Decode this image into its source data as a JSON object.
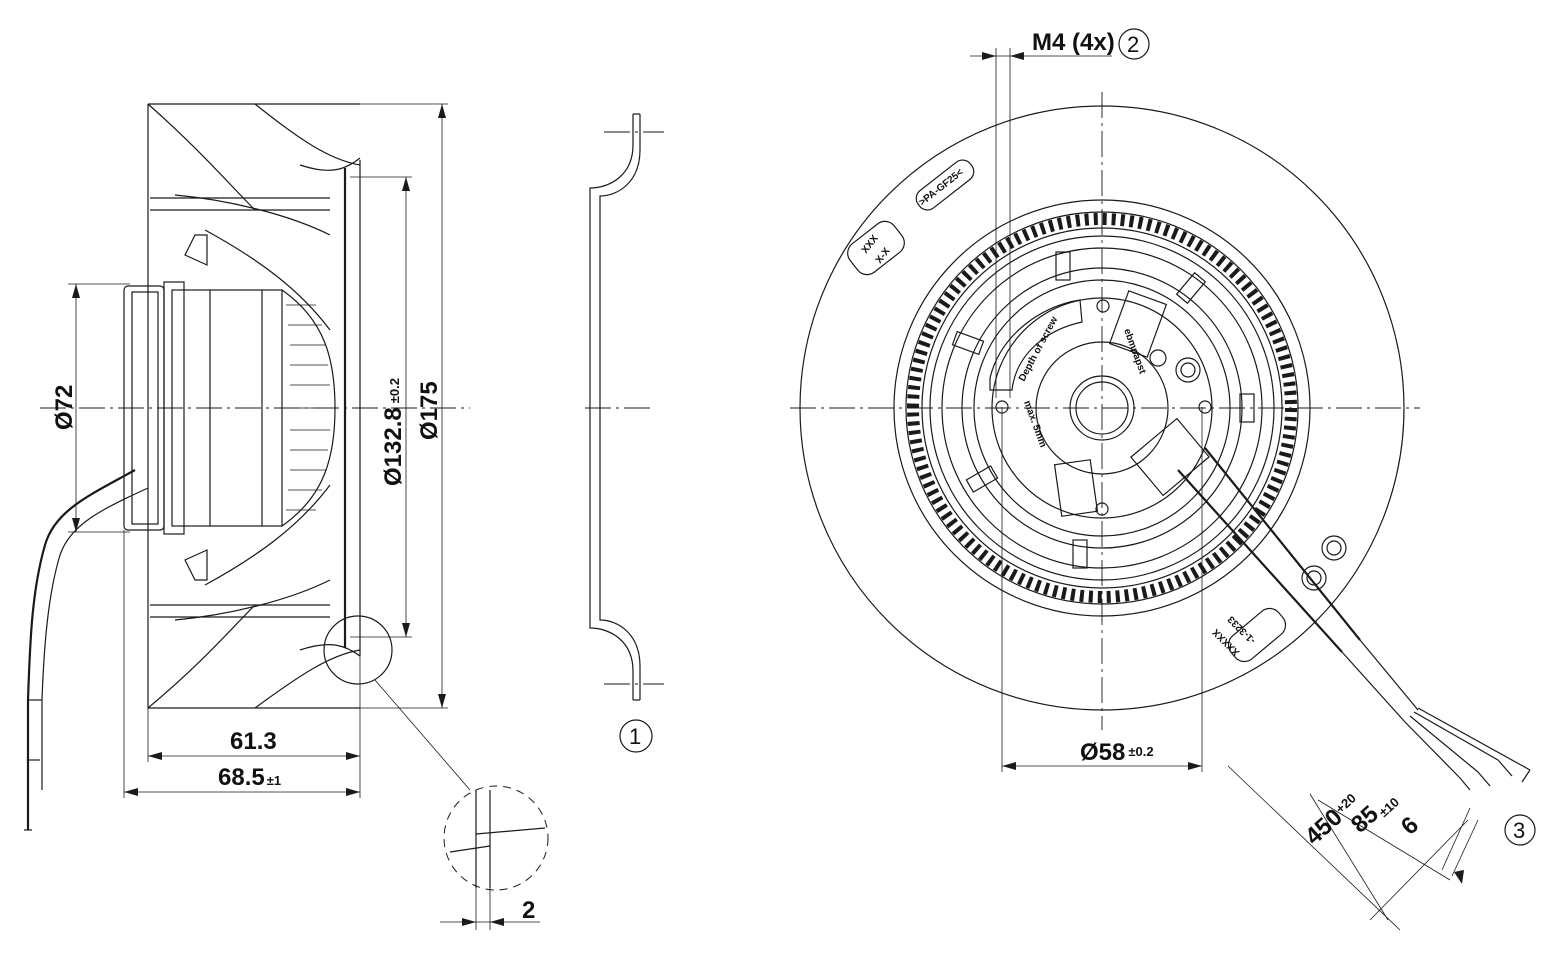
{
  "side_view": {
    "dim_hub_diameter": "Ø72",
    "dim_inlet_diameter": "Ø132.8",
    "dim_inlet_tol": "±0.2",
    "dim_outer_diameter": "Ø175",
    "dim_width_short": "61.3",
    "dim_width_long": "68.5",
    "dim_width_long_tol": "±1",
    "detail_gap": "2"
  },
  "inlet_ring": {
    "callout": "1"
  },
  "front_view": {
    "screw_label": "M4 (4x)",
    "screw_callout": "2",
    "bolt_circle": "Ø58",
    "bolt_circle_tol": "±0.2",
    "cable_length": "450",
    "cable_length_tol": "+20",
    "strip_length": "85",
    "strip_length_tol": "±10",
    "wire_end": "6",
    "cable_callout": "3",
    "depth_note_1": "Depth of screw",
    "depth_note_2": "max. 5mm",
    "material_mark": ">PA-GF25<",
    "label_xxx": "XXX",
    "label_xx": "X-X",
    "label_xxxxx": "XXXXX",
    "label_code": "-1-3233",
    "label_brand": "ebmpapst"
  }
}
